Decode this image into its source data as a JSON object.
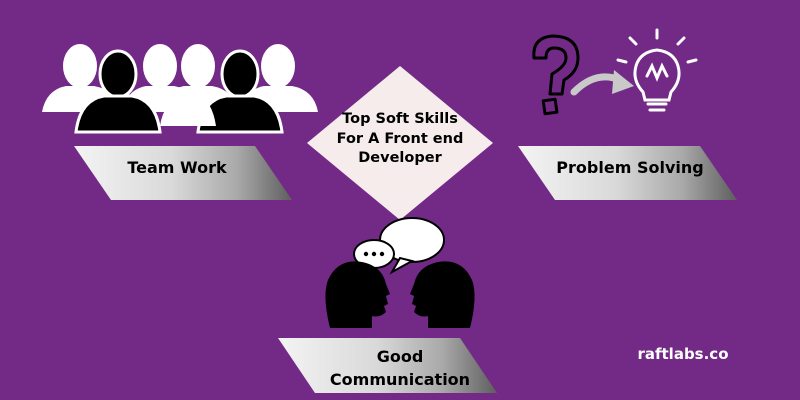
{
  "center": {
    "line1": "Top Soft Skills",
    "line2": "For A Front end",
    "line3": "Developer"
  },
  "skills": {
    "team_work": "Team Work",
    "problem_solving": "Problem Solving",
    "communication_line1": "Good",
    "communication_line2": "Communication"
  },
  "brand": "raftlabs.co",
  "icons": {
    "team": "team-people-icon",
    "problem": "question-to-idea-icon",
    "communication": "talking-heads-icon"
  },
  "colors": {
    "background": "#732a87",
    "diamond": "#f6ecec",
    "banner_light": "#f2f2f2",
    "banner_dark": "#6a6a6a",
    "ink": "#000000",
    "white": "#ffffff"
  }
}
